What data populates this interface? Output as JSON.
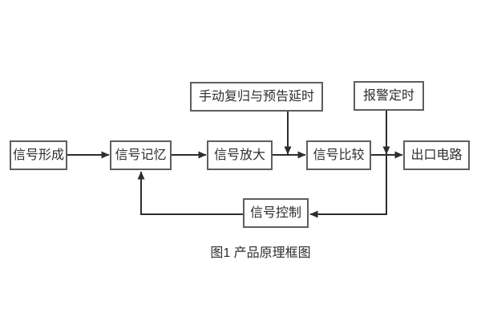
{
  "figure": {
    "caption": "图1 产品原理框图"
  },
  "diagram": {
    "type": "block-diagram",
    "nodes": [
      {
        "id": "signal-formation",
        "label": "信号形成"
      },
      {
        "id": "signal-memory",
        "label": "信号记忆"
      },
      {
        "id": "signal-amplify",
        "label": "信号放大"
      },
      {
        "id": "signal-compare",
        "label": "信号比较"
      },
      {
        "id": "output-circuit",
        "label": "出口电路"
      },
      {
        "id": "manual-reset-delay",
        "label": "手动复归与预告延时"
      },
      {
        "id": "alarm-timing",
        "label": "报警定时"
      },
      {
        "id": "signal-control",
        "label": "信号控制"
      }
    ],
    "edges": [
      {
        "from": "signal-formation",
        "to": "signal-memory",
        "style": "arrow"
      },
      {
        "from": "signal-memory",
        "to": "signal-amplify",
        "style": "arrow"
      },
      {
        "from": "signal-amplify",
        "to": "signal-compare",
        "style": "arrow"
      },
      {
        "from": "signal-compare",
        "to": "output-circuit",
        "style": "arrow"
      },
      {
        "from": "manual-reset-delay",
        "to": "link-amplify-compare",
        "style": "arrow-down"
      },
      {
        "from": "alarm-timing",
        "to": "link-compare-output",
        "style": "arrow-down"
      },
      {
        "from": "link-compare-output",
        "to": "signal-control",
        "style": "arrow-left"
      },
      {
        "from": "signal-control",
        "to": "signal-memory",
        "style": "arrow-up-feedback"
      }
    ]
  },
  "colors": {
    "background": "#ffffff",
    "line": "#2d2d2d",
    "box_border": "#5e5e5e",
    "text": "#2e2e2e"
  }
}
